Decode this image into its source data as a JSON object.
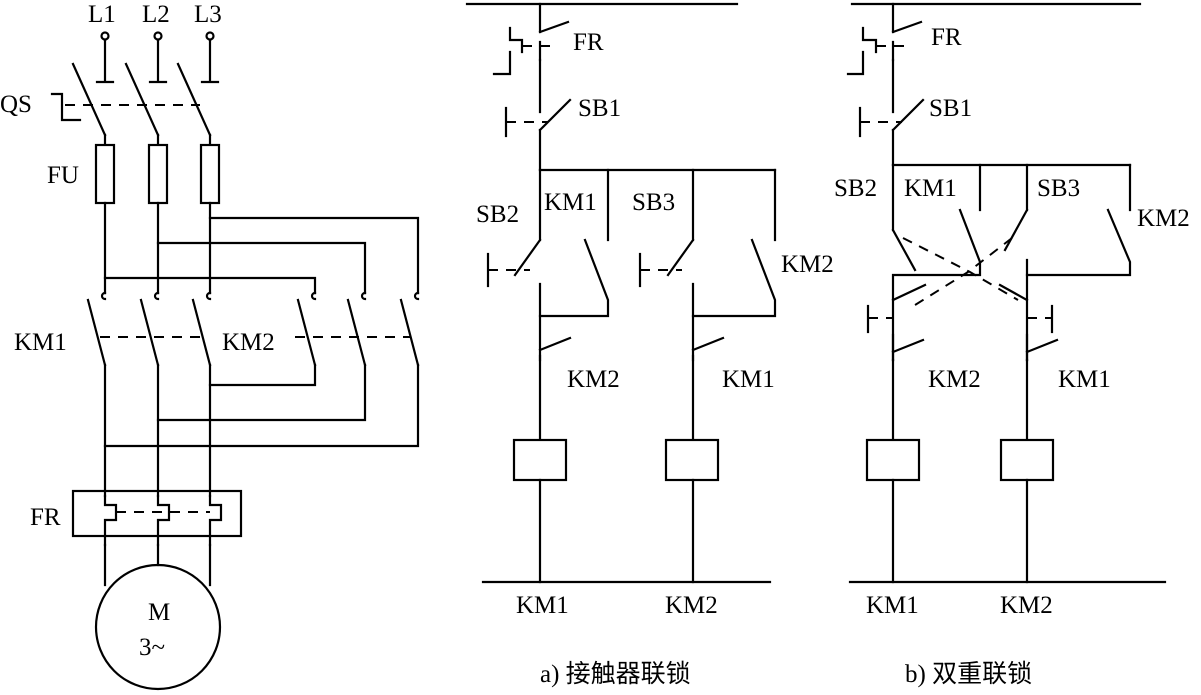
{
  "power": {
    "phases": [
      "L1",
      "L2",
      "L3"
    ],
    "qs": "QS",
    "fu": "FU",
    "km1": "KM1",
    "km2": "KM2",
    "fr": "FR",
    "motor": "M",
    "motor_sub": "3~"
  },
  "ctrl_a": {
    "fr": "FR",
    "sb1": "SB1",
    "sb2": "SB2",
    "km1": "KM1",
    "sb3": "SB3",
    "km2_hold": "KM2",
    "km2_nc": "KM2",
    "km1_nc": "KM1",
    "coil1": "KM1",
    "coil2": "KM2",
    "caption": "a) 接触器联锁"
  },
  "ctrl_b": {
    "fr": "FR",
    "sb1": "SB1",
    "sb2": "SB2",
    "km1": "KM1",
    "sb3": "SB3",
    "km2_hold": "KM2",
    "km2_nc": "KM2",
    "km1_nc": "KM1",
    "coil1": "KM1",
    "coil2": "KM2",
    "caption": "b) 双重联锁"
  }
}
